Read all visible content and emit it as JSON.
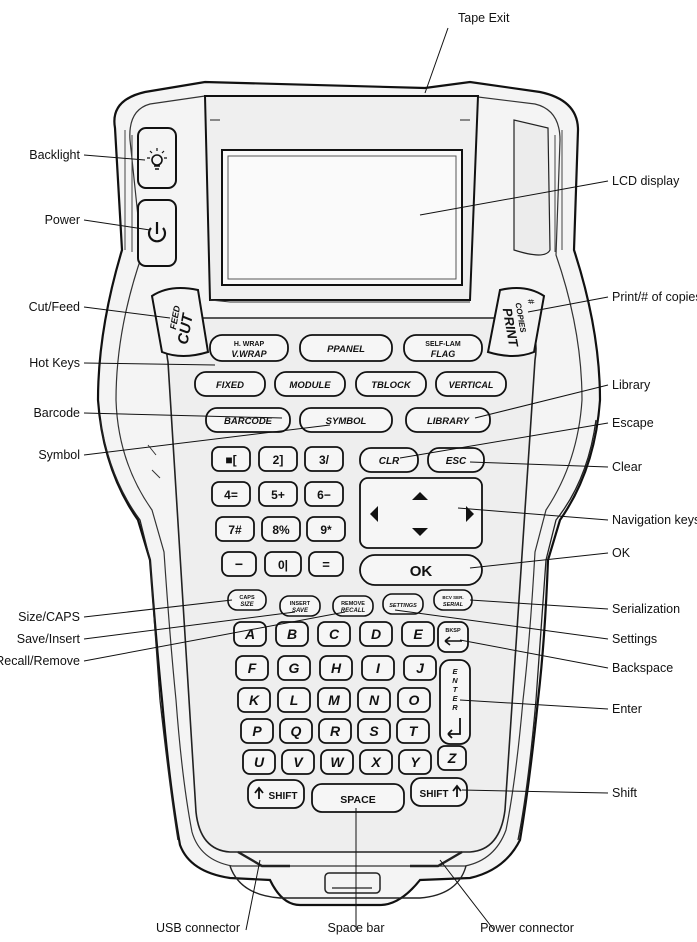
{
  "callouts": {
    "tape_exit": "Tape Exit",
    "backlight": "Backlight",
    "power": "Power",
    "cut_feed": "Cut/Feed",
    "hot_keys": "Hot Keys",
    "barcode": "Barcode",
    "symbol": "Symbol",
    "size_caps": "Size/CAPS",
    "save_insert": "Save/Insert",
    "recall_remove": "Recall/Remove",
    "usb_connector": "USB connector",
    "space_bar": "Space bar",
    "power_connector": "Power connector",
    "lcd_display": "LCD display",
    "print_copies": "Print/# of copies",
    "library": "Library",
    "escape": "Escape",
    "clear": "Clear",
    "navigation_keys": "Navigation keys",
    "ok": "OK",
    "serialization": "Serialization",
    "settings": "Settings",
    "backspace": "Backspace",
    "enter": "Enter",
    "shift": "Shift"
  },
  "keys": {
    "feed": "FEED",
    "cut": "CUT",
    "copies_hash": "#",
    "copies": "COPIES",
    "print": "PRINT",
    "hwrap": "H. WRAP",
    "vwrap": "V.WRAP",
    "ppanel": "PPANEL",
    "selflam": "SELF-LAM",
    "flag": "FLAG",
    "fixed": "FIXED",
    "module": "MODULE",
    "tblock": "TBLOCK",
    "vertical": "VERTICAL",
    "barcode": "BARCODE",
    "symbol": "SYMBOL",
    "library": "LIBRARY",
    "clr": "CLR",
    "esc": "ESC",
    "ok": "OK",
    "num1": "■[",
    "num2": "2]",
    "num3": "3/",
    "num4": "4=",
    "num5": "5+",
    "num6": "6−",
    "num7": "7#",
    "num8": "8%",
    "num9": "9*",
    "minus": "−",
    "zero": "0|",
    "equals": "=",
    "caps": "CAPS",
    "size": "SIZE",
    "insert": "INSERT",
    "save": "SAVE",
    "remove": "REMOVE",
    "recall": "RECALL",
    "settings": "SETTINGS",
    "serial_top": "BCV SER.",
    "serial": "SERIAL",
    "bksp": "BKSP",
    "enter": "ENTER",
    "shift": "SHIFT",
    "space": "SPACE",
    "letters": [
      "A",
      "B",
      "C",
      "D",
      "E",
      "F",
      "G",
      "H",
      "I",
      "J",
      "K",
      "L",
      "M",
      "N",
      "O",
      "P",
      "Q",
      "R",
      "S",
      "T",
      "U",
      "V",
      "W",
      "X",
      "Y",
      "Z"
    ]
  },
  "icons": {
    "backlight": "lightbulb-icon",
    "power": "power-icon",
    "nav": "arrow-keys-icon"
  }
}
